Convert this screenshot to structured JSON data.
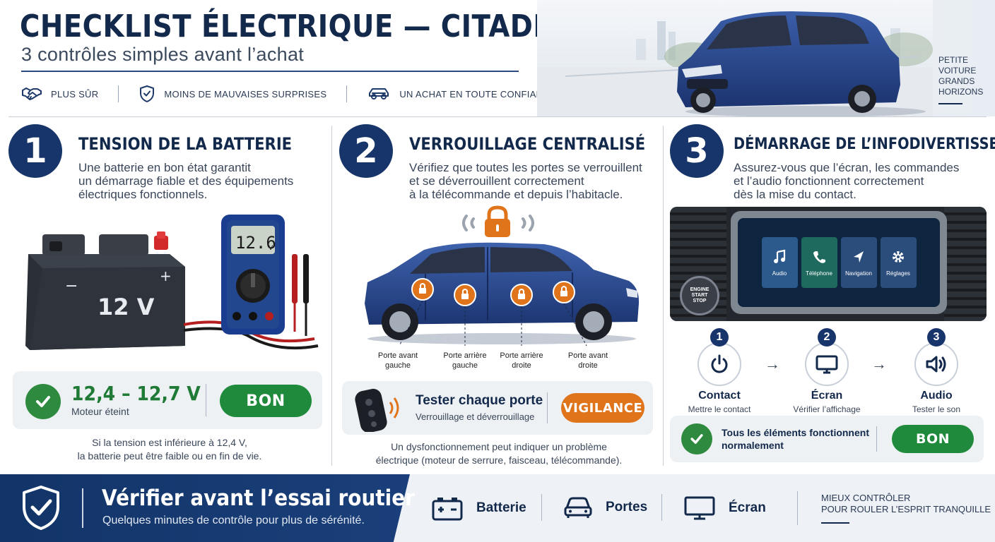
{
  "header": {
    "title": "CHECKLIST ÉLECTRIQUE — CITADINE D’OCCASION",
    "subtitle": "3 contrôles simples avant l’achat",
    "benefits": [
      {
        "label": "PLUS SÛR",
        "icon": "handshake-icon"
      },
      {
        "label": "MOINS DE MAUVAISES SURPRISES",
        "icon": "shield-check-icon"
      },
      {
        "label": "UN ACHAT EN TOUTE CONFIANCE",
        "icon": "car-icon"
      }
    ],
    "tagline": [
      "PETITE",
      "VOITURE",
      "GRANDS",
      "HORIZONS"
    ]
  },
  "sections": [
    {
      "number": "1",
      "title": "TENSION DE LA BATTERIE",
      "text": [
        "Une batterie en bon état garantit",
        "un démarrage fiable et des équipements",
        "électriques fonctionnels."
      ],
      "battery_label": "12 V",
      "multimeter_reading": "12.6",
      "multimeter_unit": "V",
      "status_value": "12,4 – 12,7 V",
      "status_sub": "Moteur éteint",
      "status_pill": "BON",
      "note": [
        "Si la tension est inférieure à 12,4 V,",
        "la batterie peut être faible ou en fin de vie."
      ]
    },
    {
      "number": "2",
      "title": "VERROUILLAGE CENTRALISÉ",
      "text": [
        "Vérifiez que toutes les portes se verrouillent",
        "et se déverrouillent correctement",
        "à la télécommande et depuis l’habitacle."
      ],
      "doors": [
        [
          "Porte avant",
          "gauche"
        ],
        [
          "Porte arrière",
          "gauche"
        ],
        [
          "Porte arrière",
          "droite"
        ],
        [
          "Porte avant",
          "droite"
        ]
      ],
      "status_title": "Tester chaque porte",
      "status_sub": "Verrouillage et déverrouillage",
      "status_pill": "VIGILANCE",
      "note": [
        "Un dysfonctionnement peut indiquer un problème",
        "électrique (moteur de serrure, faisceau, télécommande)."
      ]
    },
    {
      "number": "3",
      "title": "DÉMARRAGE DE L’INFODIVERTISSEMENT",
      "text": [
        "Assurez-vous que l’écran, les commandes",
        "et l’audio fonctionnent correctement",
        "dès la mise du contact."
      ],
      "start_button": [
        "ENGINE",
        "START",
        "STOP"
      ],
      "screen_apps": [
        {
          "label": "Audio",
          "icon": "music-note-icon"
        },
        {
          "label": "Téléphone",
          "icon": "phone-icon"
        },
        {
          "label": "Navigation",
          "icon": "navigation-arrow-icon"
        },
        {
          "label": "Réglages",
          "icon": "gear-icon"
        }
      ],
      "steps": [
        {
          "num": "1",
          "title": "Contact",
          "sub": "Mettre le contact",
          "icon": "power-icon"
        },
        {
          "num": "2",
          "title": "Écran",
          "sub": "Vérifier l’affichage",
          "icon": "monitor-icon"
        },
        {
          "num": "3",
          "title": "Audio",
          "sub": "Tester le son",
          "icon": "speaker-icon"
        }
      ],
      "status_text": [
        "Tous les éléments fonctionnent",
        "normalement"
      ],
      "status_pill": "BON"
    }
  ],
  "footer": {
    "title": "Vérifier avant l’essai routier",
    "subtitle": "Quelques minutes de contrôle pour plus de sérénité.",
    "items": [
      {
        "label": "Batterie",
        "icon": "battery-icon"
      },
      {
        "label": "Portes",
        "icon": "car-front-icon"
      },
      {
        "label": "Écran",
        "icon": "monitor-icon"
      }
    ],
    "note": [
      "MIEUX CONTRÔLER",
      "POUR ROULER L’ESPRIT TRANQUILLE"
    ]
  },
  "colors": {
    "navy": "#13294b",
    "accent_blue": "#17356a",
    "good_green": "#1f8a3c",
    "warning_orange": "#e0741b"
  }
}
